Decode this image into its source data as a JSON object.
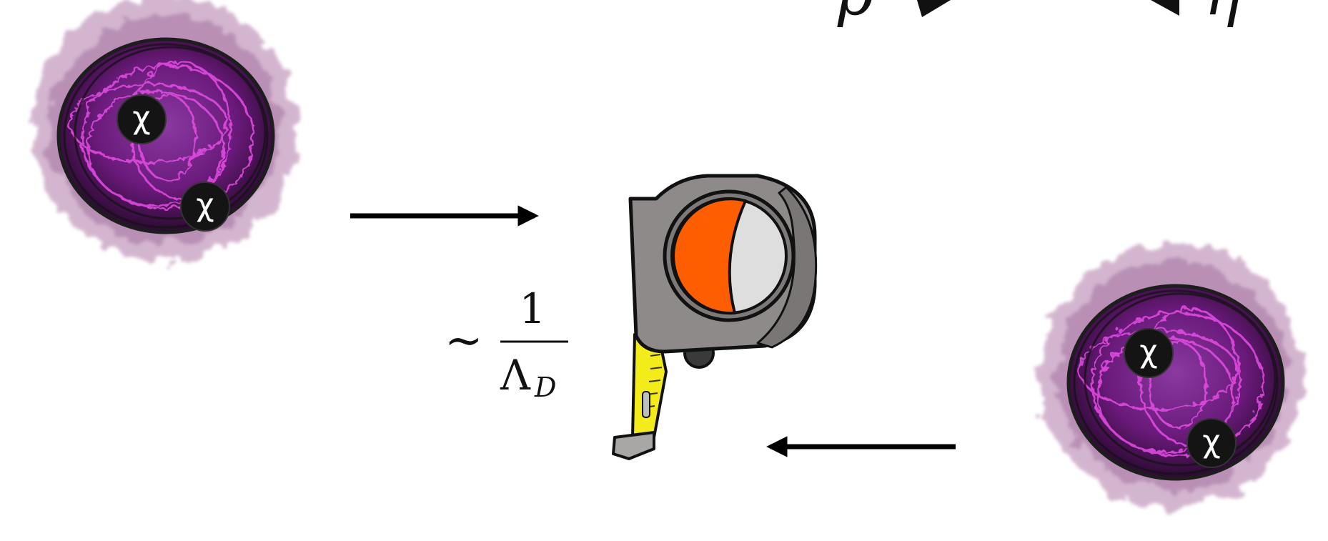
{
  "formula_top": {
    "rho": "ρ",
    "eta": "η"
  },
  "scale_label": {
    "tilde": "∼",
    "numerator": "1",
    "denominator_symbol": "Λ",
    "denominator_subscript": "D"
  },
  "particles": {
    "label": "χ",
    "top_left_cluster": [
      "χ",
      "χ"
    ],
    "bottom_right_cluster": [
      "χ",
      "χ"
    ]
  },
  "colors": {
    "cloud": "#b07aa8",
    "core": "#6a1a7a",
    "glow": "#e64ee6",
    "particle_bg": "#141414",
    "tape_body": "#8f8a8a",
    "tape_dial_orange": "#ff5e00",
    "tape_dial_gray": "#dedede",
    "tape_ribbon": "#f3ec1a",
    "arrow": "#000000"
  },
  "icons": {
    "left_blob": "dark-matter-bound-state-icon",
    "right_blob": "dark-matter-bound-state-icon",
    "center": "tape-measure-icon",
    "arrow_right": "arrow-right-icon",
    "arrow_left": "arrow-left-icon"
  }
}
